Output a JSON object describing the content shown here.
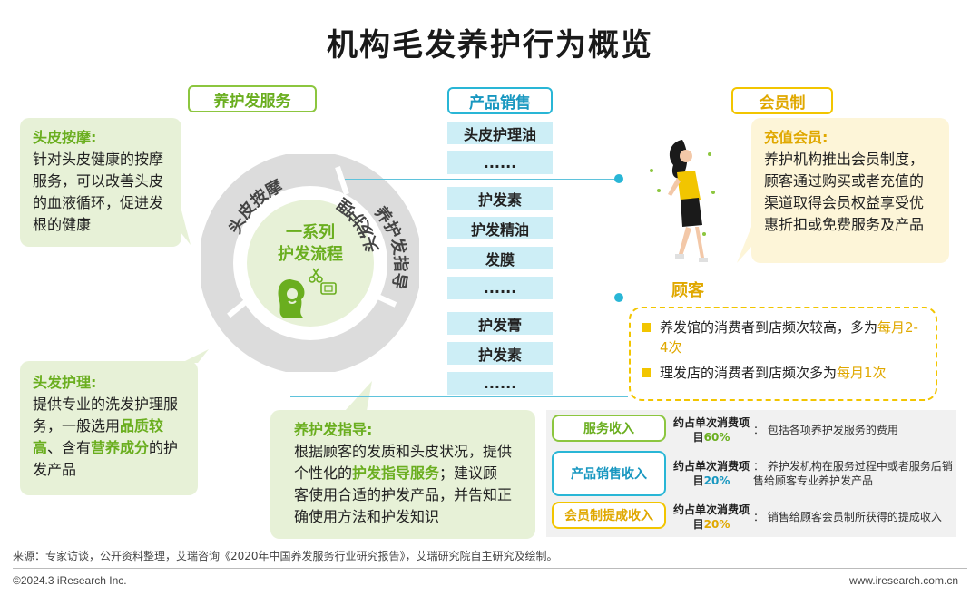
{
  "title": "机构毛发养护行为概览",
  "sections": {
    "services": "养护发服务",
    "products": "产品销售",
    "membership": "会员制"
  },
  "bubbles": {
    "scalp_massage": {
      "heading": "头皮按摩:",
      "text": "针对头皮健康的按摩服务，可以改善头皮的血液循环，促进发根的健康"
    },
    "hair_care": {
      "heading": "头发护理:",
      "text1": "提供专业的洗发护理服务，一般选用",
      "hl1": "品质较高",
      "text2": "、含有",
      "hl2": "营养成分",
      "text3": "的护发产品"
    },
    "guidance": {
      "heading": "养护发指导:",
      "text1": "根据顾客的发质和头皮状况，提供个性化的",
      "hl1": "护发指导服务",
      "text2": "；建议顾客使用合适的护发产品，并告知正确使用方法和护发知识"
    },
    "recharge": {
      "heading": "充值会员:",
      "text": "养护机构推出会员制度，顾客通过购买或者充值的渠道取得会员权益享受优惠折扣或免费服务及产品"
    }
  },
  "cycle": {
    "center_line1": "一系列",
    "center_line2": "护发流程",
    "arc_labels": [
      "头皮按摩",
      "养护发指导",
      "头发护理"
    ]
  },
  "products": [
    "头皮护理油",
    "......",
    "护发素",
    "护发精油",
    "发膜",
    "......",
    "护发膏",
    "护发素",
    "......"
  ],
  "customer": {
    "label": "顾客",
    "items": [
      {
        "text": "养发馆的消费者到店频次较高，多为",
        "hl": "每月2-4次"
      },
      {
        "text": "理发店的消费者到店频次多为",
        "hl": "每月1次"
      }
    ]
  },
  "revenue": [
    {
      "name": "服务收入",
      "share_label": "约占单次消费项目",
      "pct": "60%",
      "desc": "：  包括各项养护发服务的费用"
    },
    {
      "name": "产品销售收入",
      "share_label": "约占单次消费项目",
      "pct": "20%",
      "desc": "：  养护发机构在服务过程中或者服务后销售给顾客专业养护发产品"
    },
    {
      "name": "会员制提成收入",
      "share_label": "约占单次消费项目",
      "pct": "20%",
      "desc": "：  销售给顾客会员制所获得的提成收入"
    }
  ],
  "source": "来源：专家访谈，公开资料整理，艾瑞咨询《2020年中国养发服务行业研究报告》，艾瑞研究院自主研究及绘制。",
  "footer": {
    "left": "©2024.3 iResearch Inc.",
    "right": "www.iresearch.com.cn"
  },
  "colors": {
    "green": "#8cc63f",
    "blue": "#29b6d6",
    "yellow": "#f2c500"
  }
}
